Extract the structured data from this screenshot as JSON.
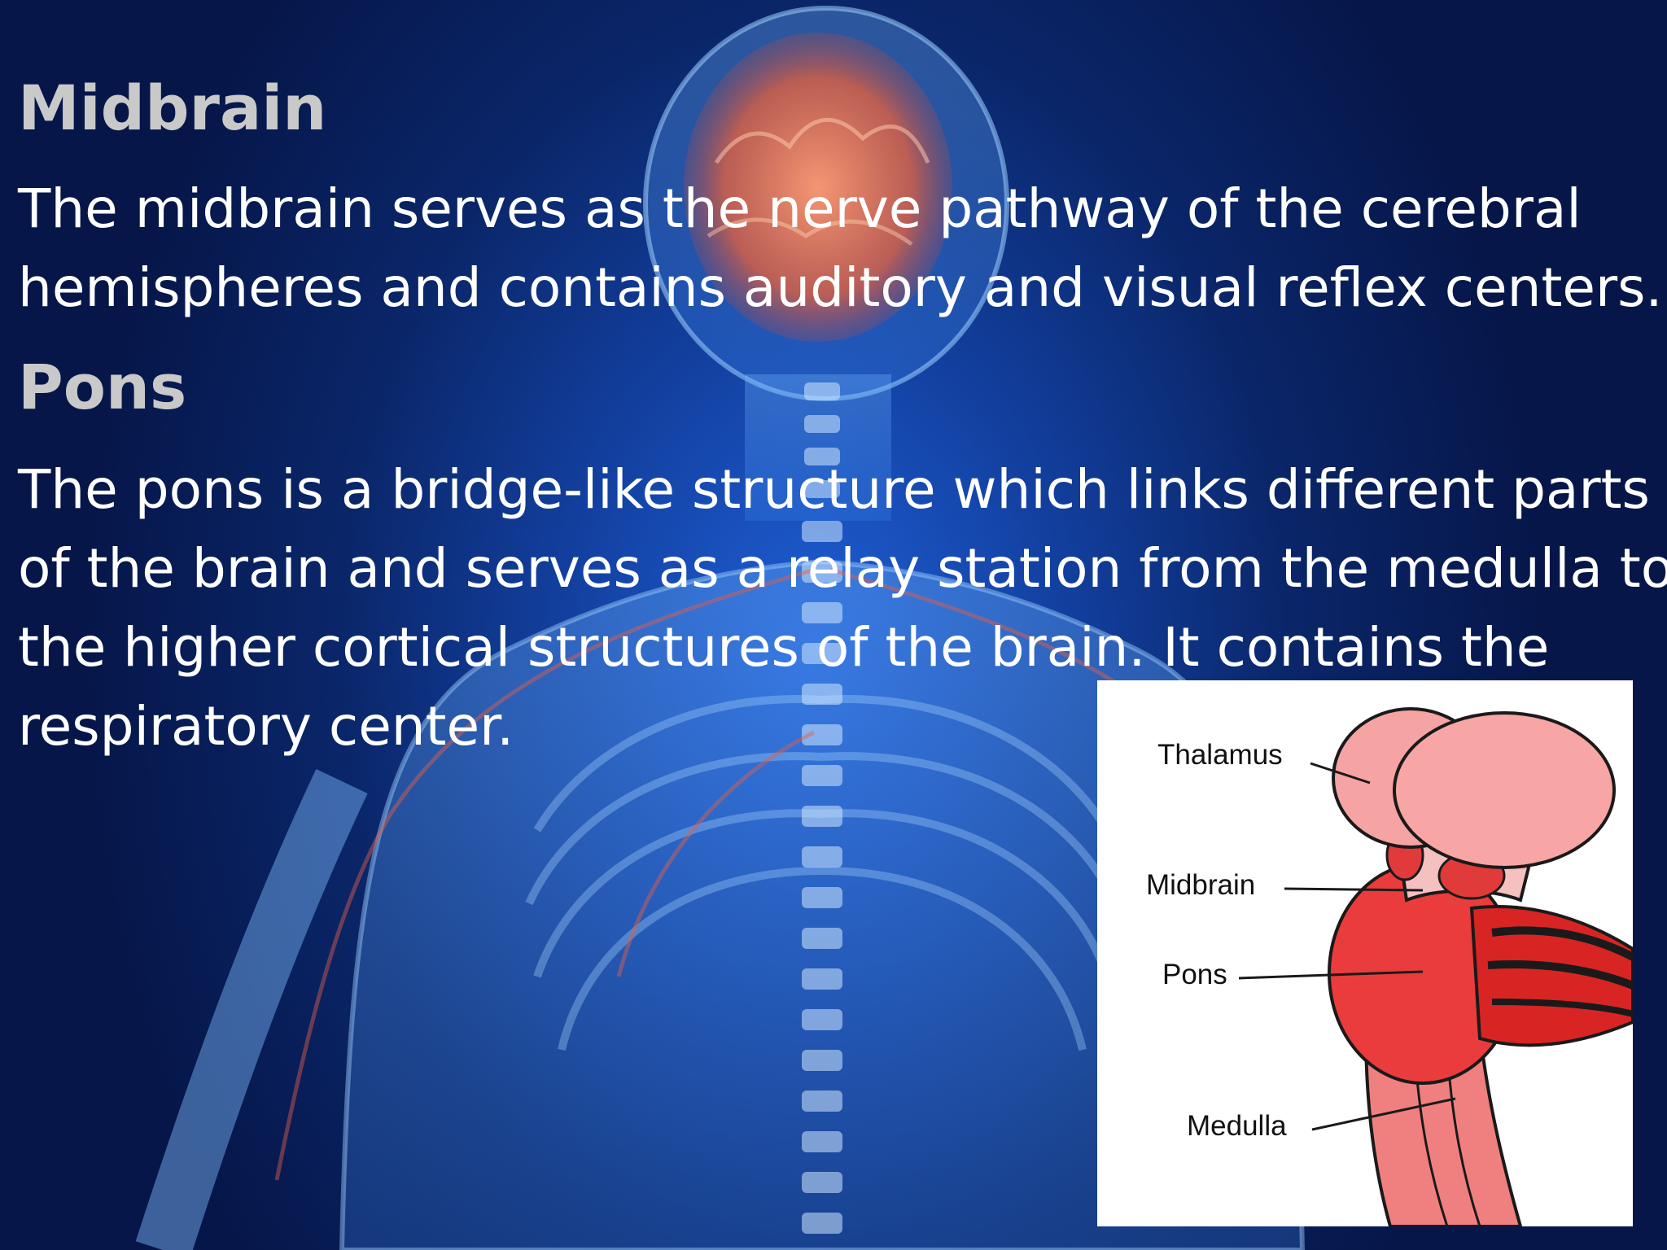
{
  "slide": {
    "sections": [
      {
        "heading": "Midbrain",
        "lines": [
          "The midbrain serves as the nerve pathway of the cerebral",
          "hemispheres and contains auditory and visual reflex centers."
        ]
      },
      {
        "heading": "Pons",
        "lines": [
          "The pons is a bridge-like structure which links different parts",
          "of the brain and serves as a relay station from the medulla to",
          "the higher cortical structures of the brain. It contains the",
          "respiratory center."
        ]
      }
    ]
  },
  "diagram": {
    "labels": {
      "thalamus": "Thalamus",
      "midbrain": "Midbrain",
      "pons": "Pons",
      "medulla": "Medulla"
    }
  },
  "colors": {
    "background": "#0a2669",
    "heading": "#c9c9c9",
    "body_text": "#ffffff",
    "brain_pink": "#f7a5a5",
    "brainstem_red": "#e53030"
  }
}
